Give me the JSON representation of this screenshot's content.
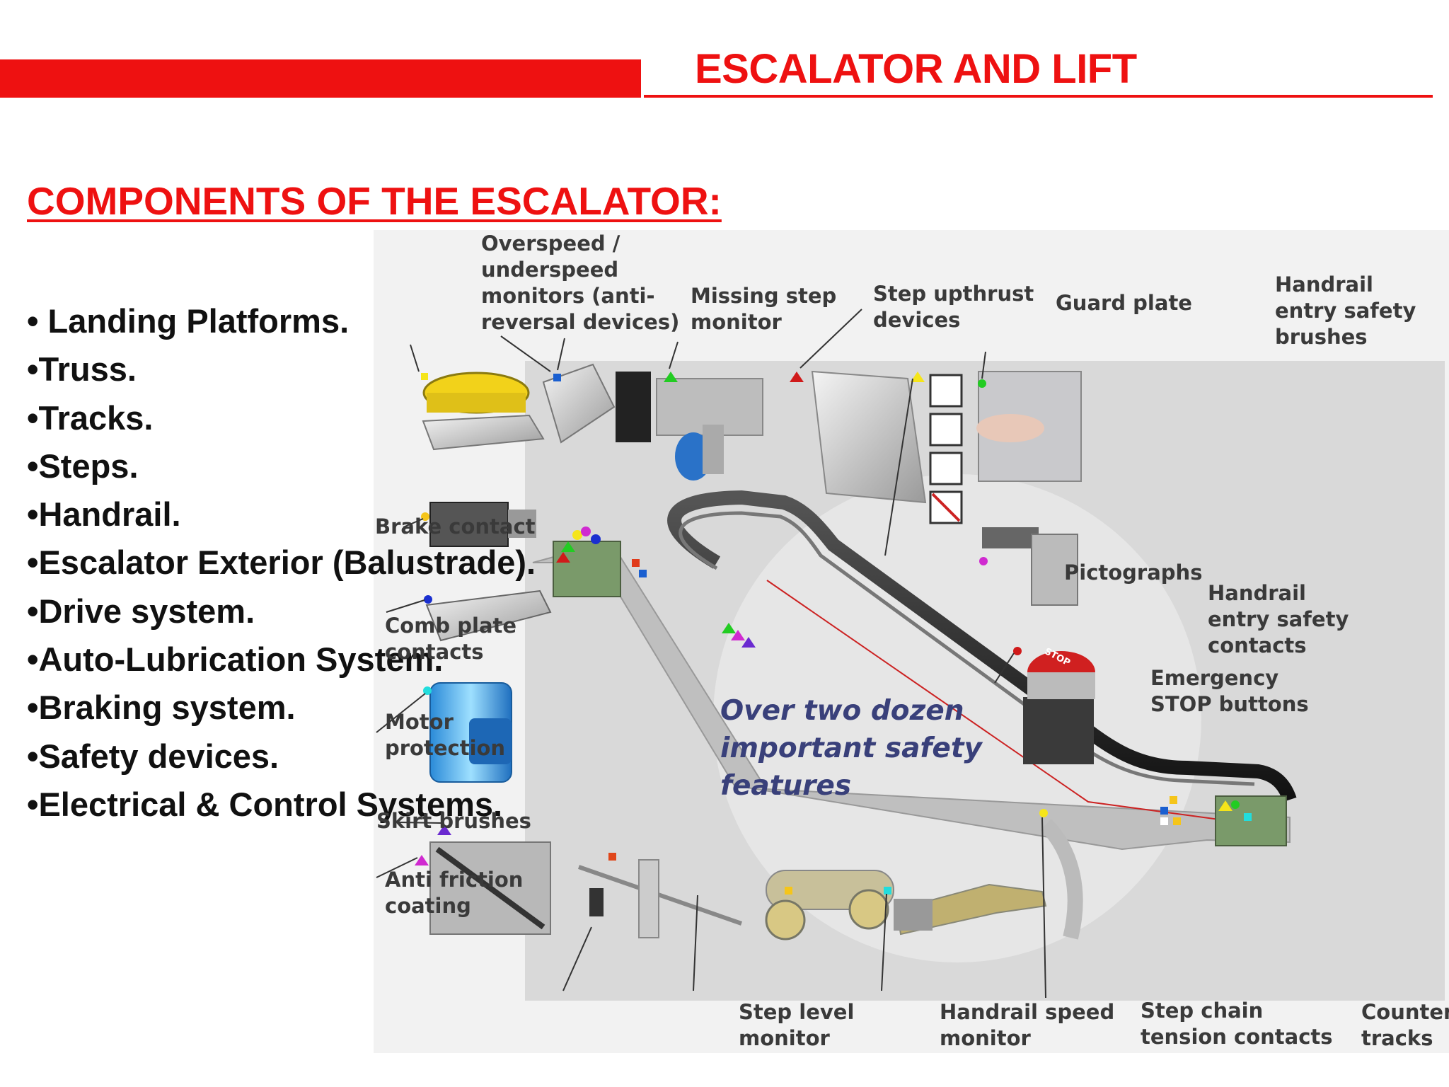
{
  "header": {
    "title": "ESCALATOR AND LIFT"
  },
  "section": {
    "heading": "COMPONENTS OF THE ESCALATOR:"
  },
  "components": [
    "• Landing Platforms.",
    "•Truss.",
    "•Tracks.",
    "•Steps.",
    "•Handrail.",
    "•Escalator Exterior (Balustrade).",
    "•Drive system.",
    "•Auto-Lubrication System.",
    "•Braking system.",
    "•Safety devices.",
    "•Electrical & Control Systems."
  ],
  "diagram": {
    "center_note": "Over two dozen\nimportant safety\nfeatures",
    "labels": {
      "overspeed": "Overspeed /\nunderspeed\nmonitors (anti-\nreversal devices)",
      "missing_step": "Missing step\nmonitor",
      "step_upthrust": "Step upthrust\ndevices",
      "guard_plate": "Guard plate",
      "handrail_brushes": "Handrail\nentry safety\nbrushes",
      "brake_contact": "Brake contact",
      "pictographs": "Pictographs",
      "handrail_contacts": "Handrail\nentry safety\ncontacts",
      "comb_plate": "Comb plate\ncontacts",
      "emergency_stop": "Emergency\nSTOP buttons",
      "motor_protection": "Motor\nprotection",
      "skirt_brushes": "Skirt brushes",
      "anti_friction": "Anti friction\ncoating",
      "step_level": "Step level\nmonitor",
      "handrail_speed": "Handrail speed\nmonitor",
      "step_chain": "Step chain\ntension contacts",
      "counter_tracks": "Counter\ntracks"
    },
    "stop_text": "STOP"
  },
  "colors": {
    "accent": "#ee1111",
    "note": "#39407a",
    "label": "#3a3a3a"
  }
}
